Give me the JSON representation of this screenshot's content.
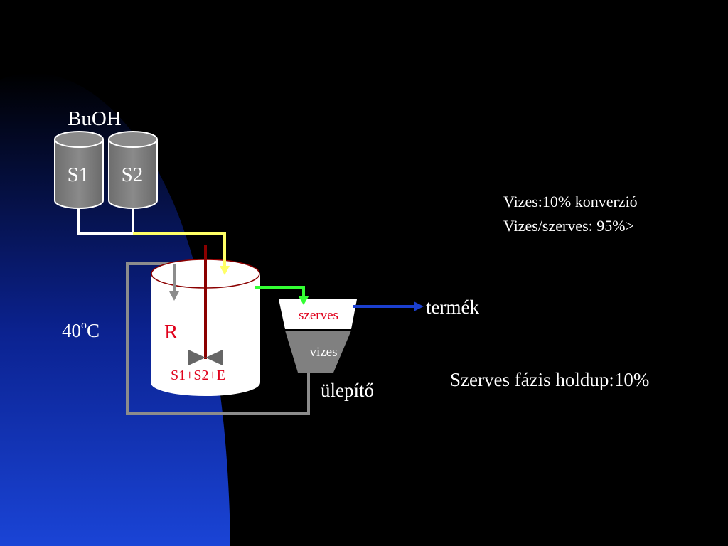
{
  "labels": {
    "buoh": "BuOH",
    "s1": "S1",
    "s2": "S2",
    "temperature_value": "40",
    "temperature_sup": "o",
    "temperature_unit": "C",
    "reactor": "R",
    "mixture": "S1+S2+E",
    "organic_phase": "szerves",
    "aqueous_phase": "vizes",
    "settler": "ülepítő",
    "product": "termék"
  },
  "notes": {
    "line1": "Vizes:10% konverzió",
    "line2": "Vizes/szerves:  95%>",
    "holdup": "Szerves fázis holdup:10%"
  },
  "colors": {
    "background": "#000000",
    "gradient_dark": "#000000",
    "gradient_blue": "#1a44d6",
    "tank_gray": "#808080",
    "feed_line": "#ffff66",
    "transfer_line": "#33ff33",
    "recycle_line": "#8c8c8c",
    "product_line": "#1b3fcf",
    "stirrer": "#8b0000",
    "red_text": "#e0001b"
  },
  "icons": {
    "stirrer_blade": "bowtie-impeller-icon",
    "tank": "cylinder-tank-icon"
  }
}
